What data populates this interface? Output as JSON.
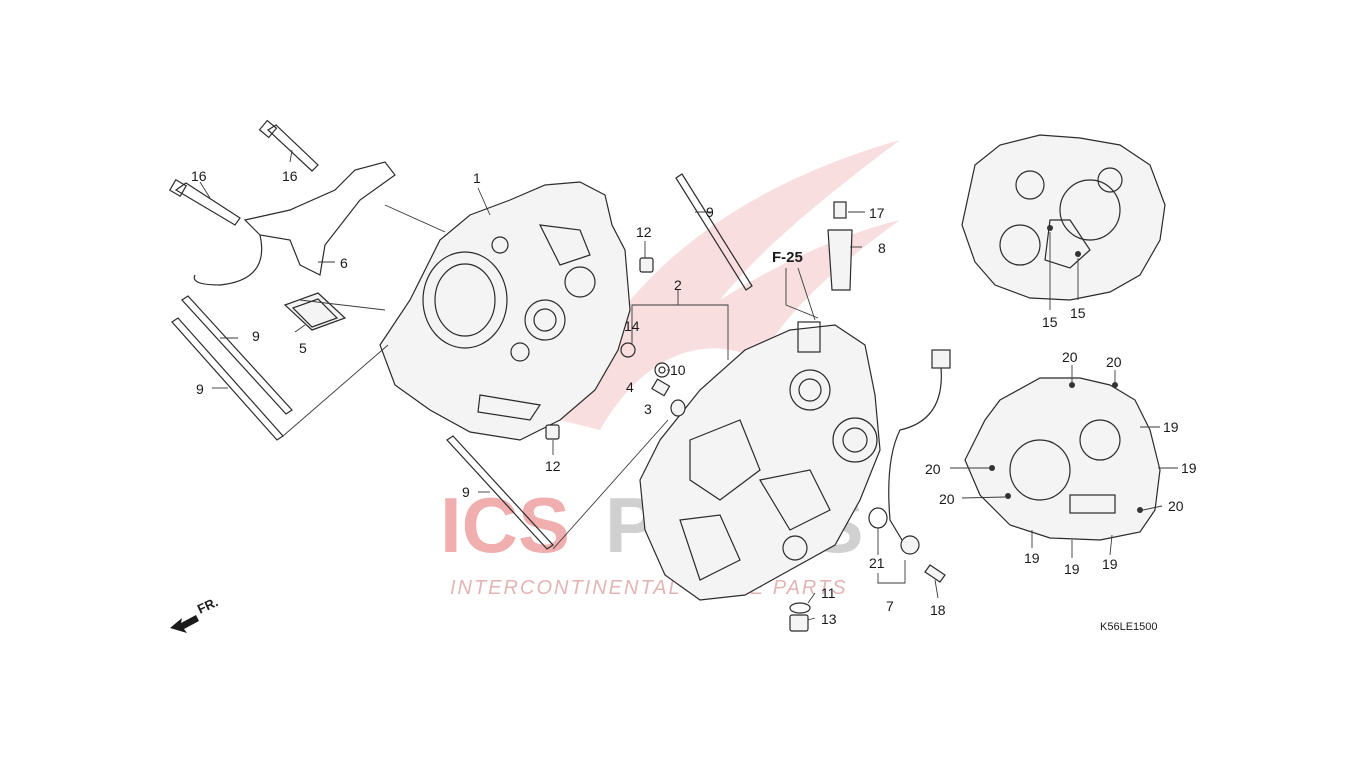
{
  "diagram": {
    "section_ref": "F-25",
    "code": "K56LE1500",
    "front_marker": "FR.",
    "watermark": {
      "brand_left": "ICS",
      "brand_right": "PARTS",
      "tagline": "INTERCONTINENTAL SPARE PARTS",
      "colors": {
        "red": "#e05050",
        "grey": "#9a9a9a",
        "wing": "#f3c7c7"
      }
    },
    "callouts": [
      "1",
      "2",
      "3",
      "4",
      "5",
      "6",
      "7",
      "8",
      "9",
      "9",
      "9",
      "9",
      "10",
      "11",
      "12",
      "12",
      "13",
      "14",
      "15",
      "15",
      "16",
      "16",
      "17",
      "18",
      "19",
      "19",
      "19",
      "19",
      "19",
      "20",
      "20",
      "20",
      "20",
      "20",
      "21"
    ]
  }
}
